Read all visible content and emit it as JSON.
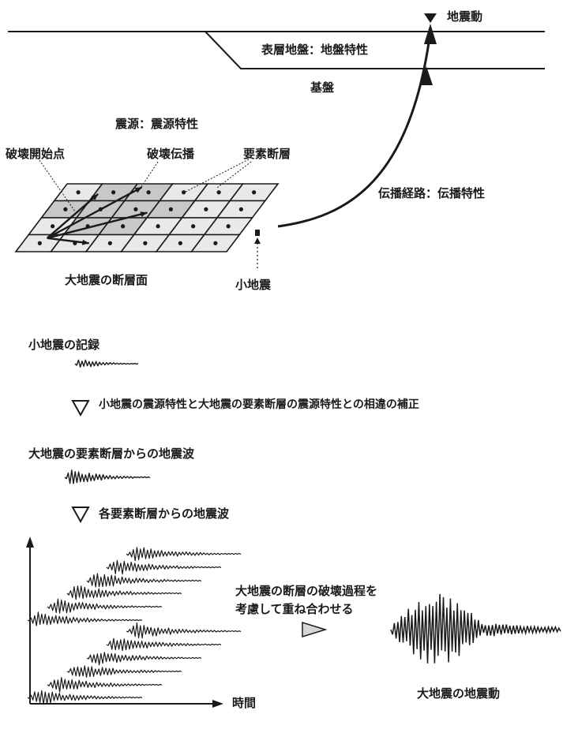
{
  "labels": {
    "ground_motion": "地震動",
    "surface_layer": "表層地盤：地盤特性",
    "bedrock": "基盤",
    "source": "震源：震源特性",
    "rupture_start": "破壊開始点",
    "rupture_propagation": "破壊伝播",
    "element_fault": "要素断層",
    "propagation_path": "伝播経路：伝播特性",
    "large_fault_plane": "大地震の断層面",
    "small_quake": "小地震",
    "small_record": "小地震の記録",
    "correction": "小地震の震源特性と大地震の要素断層の震源特性との相違の補正",
    "element_waves": "大地震の要素断層からの地震波",
    "each_element_waves": "各要素断層からの地震波",
    "superpose_line1": "大地震の断層の破壊過程を",
    "superpose_line2": "考慮して重ね合わせる",
    "result": "大地震の地震動",
    "time_axis": "時間"
  },
  "colors": {
    "ink": "#1a1a1a",
    "grid_fill": "#e9e9e9",
    "shaded": "#c8c8c8",
    "arrow_fill": "#d6d6d6"
  }
}
